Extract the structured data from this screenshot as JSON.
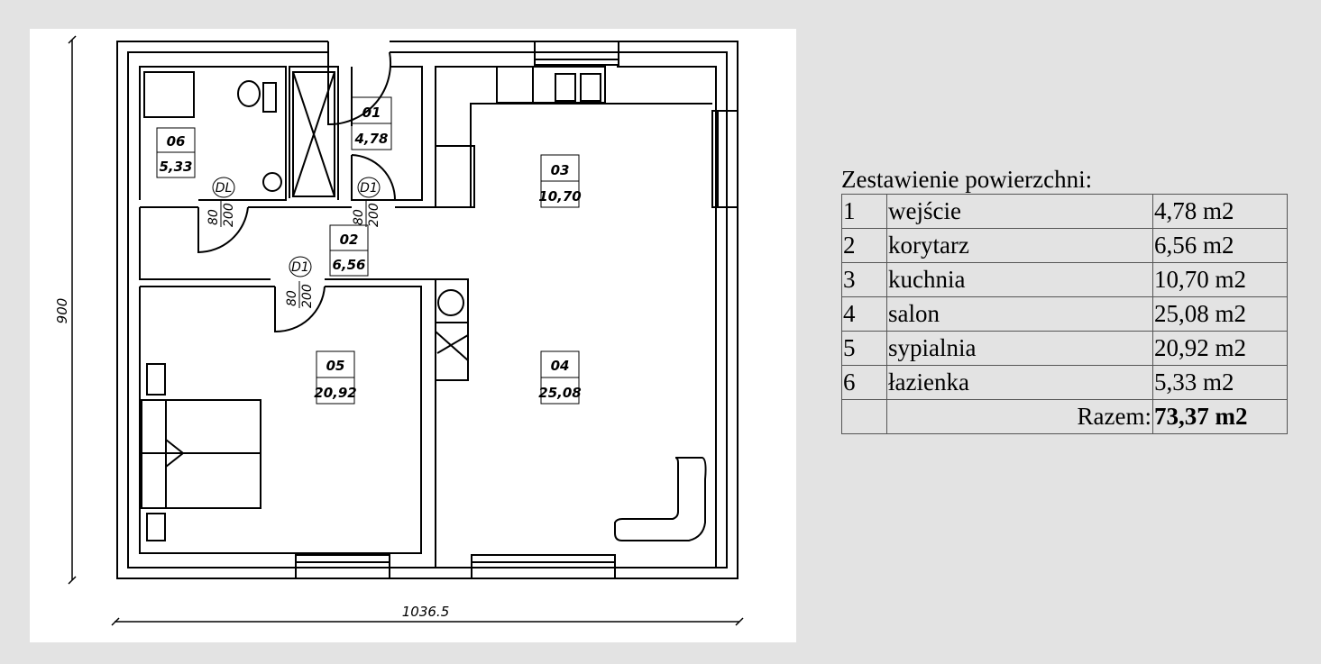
{
  "plan": {
    "dimension_width": "1036.5",
    "dimension_height": "900",
    "rooms": [
      {
        "id": "06",
        "area": "5,33"
      },
      {
        "id": "01",
        "area": "4,78"
      },
      {
        "id": "03",
        "area": "10,70"
      },
      {
        "id": "02",
        "area": "6,56"
      },
      {
        "id": "05",
        "area": "20,92"
      },
      {
        "id": "04",
        "area": "25,08"
      }
    ],
    "doors": [
      {
        "tag": "DL",
        "width": "80",
        "height": "200"
      },
      {
        "tag": "D1",
        "width": "80",
        "height": "200"
      },
      {
        "tag": "D1",
        "width": "80",
        "height": "200"
      }
    ]
  },
  "summary": {
    "title": "Zestawienie powierzchni:",
    "rows": [
      {
        "no": "1",
        "name": "wejście",
        "area": "4,78 m2"
      },
      {
        "no": "2",
        "name": "korytarz",
        "area": "6,56 m2"
      },
      {
        "no": "3",
        "name": "kuchnia",
        "area": "10,70 m2"
      },
      {
        "no": "4",
        "name": "salon",
        "area": "25,08 m2"
      },
      {
        "no": "5",
        "name": "sypialnia",
        "area": "20,92 m2"
      },
      {
        "no": "6",
        "name": "łazienka",
        "area": "5,33 m2"
      }
    ],
    "total_label": "Razem:",
    "total_value": "73,37 m2"
  }
}
